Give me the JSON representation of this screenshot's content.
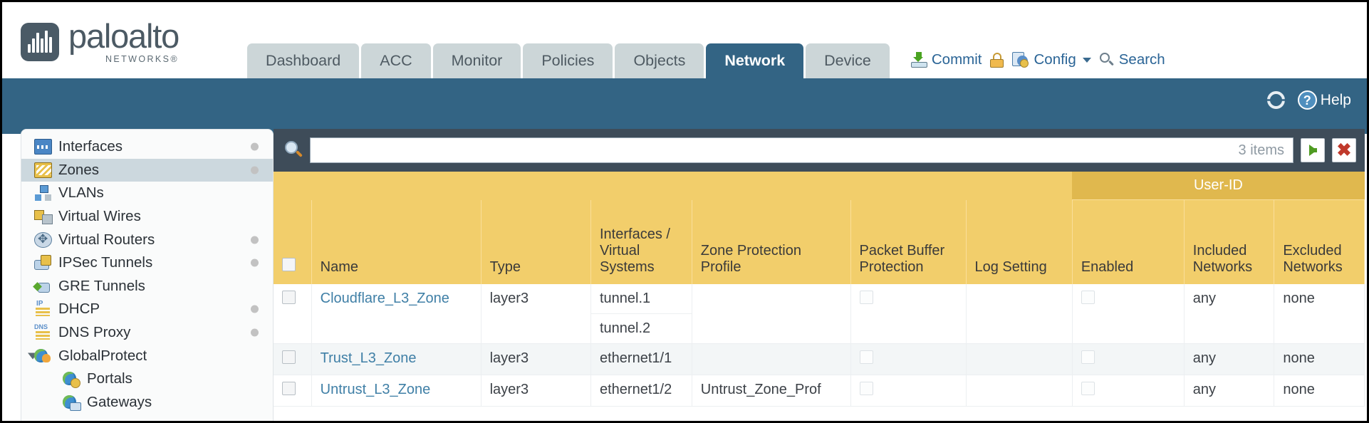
{
  "brand": {
    "name": "paloalto",
    "tagline": "NETWORKS",
    "registered": "®"
  },
  "nav": {
    "tabs": [
      {
        "label": "Dashboard",
        "active": false
      },
      {
        "label": "ACC",
        "active": false
      },
      {
        "label": "Monitor",
        "active": false
      },
      {
        "label": "Policies",
        "active": false
      },
      {
        "label": "Objects",
        "active": false
      },
      {
        "label": "Network",
        "active": true
      },
      {
        "label": "Device",
        "active": false
      }
    ],
    "actions": {
      "commit": "Commit",
      "lock_icon": "padlock-icon",
      "config": "Config",
      "search": "Search"
    }
  },
  "band": {
    "refresh_icon": "refresh-icon",
    "help": "Help"
  },
  "sidebar": {
    "items": [
      {
        "label": "Interfaces",
        "icon": "interfaces-icon",
        "selected": false,
        "dot": true,
        "child": false,
        "expander": false
      },
      {
        "label": "Zones",
        "icon": "zones-icon",
        "selected": true,
        "dot": true,
        "child": false,
        "expander": false
      },
      {
        "label": "VLANs",
        "icon": "vlans-icon",
        "selected": false,
        "dot": false,
        "child": false,
        "expander": false
      },
      {
        "label": "Virtual Wires",
        "icon": "virtual-wires-icon",
        "selected": false,
        "dot": false,
        "child": false,
        "expander": false
      },
      {
        "label": "Virtual Routers",
        "icon": "virtual-routers-icon",
        "selected": false,
        "dot": true,
        "child": false,
        "expander": false
      },
      {
        "label": "IPSec Tunnels",
        "icon": "ipsec-tunnels-icon",
        "selected": false,
        "dot": true,
        "child": false,
        "expander": false
      },
      {
        "label": "GRE Tunnels",
        "icon": "gre-tunnels-icon",
        "selected": false,
        "dot": false,
        "child": false,
        "expander": false
      },
      {
        "label": "DHCP",
        "icon": "dhcp-icon",
        "selected": false,
        "dot": true,
        "child": false,
        "expander": false
      },
      {
        "label": "DNS Proxy",
        "icon": "dns-proxy-icon",
        "selected": false,
        "dot": true,
        "child": false,
        "expander": false
      },
      {
        "label": "GlobalProtect",
        "icon": "globalprotect-icon",
        "selected": false,
        "dot": false,
        "child": false,
        "expander": true
      },
      {
        "label": "Portals",
        "icon": "portals-icon",
        "selected": false,
        "dot": false,
        "child": true,
        "expander": false
      },
      {
        "label": "Gateways",
        "icon": "gateways-icon",
        "selected": false,
        "dot": false,
        "child": true,
        "expander": false
      }
    ]
  },
  "search": {
    "value": "",
    "placeholder": "",
    "items_count": "3 items",
    "apply_icon": "apply-filter-arrow-icon",
    "clear_icon": "clear-filter-close-icon"
  },
  "table": {
    "group_header": "User-ID",
    "columns": [
      "Name",
      "Type",
      "Interfaces / Virtual Systems",
      "Zone Protection Profile",
      "Packet Buffer Protection",
      "Log Setting",
      "Enabled",
      "Included Networks",
      "Excluded Networks"
    ],
    "rows": [
      {
        "selected": false,
        "name": "Cloudflare_L3_Zone",
        "type": "layer3",
        "interfaces": [
          "tunnel.1",
          "tunnel.2"
        ],
        "zone_protection_profile": "",
        "packet_buffer_protection": false,
        "log_setting": "",
        "userid_enabled": false,
        "included_networks": "any",
        "excluded_networks": "none"
      },
      {
        "selected": false,
        "name": "Trust_L3_Zone",
        "type": "layer3",
        "interfaces": [
          "ethernet1/1"
        ],
        "zone_protection_profile": "",
        "packet_buffer_protection": false,
        "log_setting": "",
        "userid_enabled": false,
        "included_networks": "any",
        "excluded_networks": "none"
      },
      {
        "selected": false,
        "name": "Untrust_L3_Zone",
        "type": "layer3",
        "interfaces": [
          "ethernet1/2"
        ],
        "zone_protection_profile": "Untrust_Zone_Prof",
        "packet_buffer_protection": false,
        "log_setting": "",
        "userid_enabled": false,
        "included_networks": "any",
        "excluded_networks": "none"
      }
    ]
  },
  "colors": {
    "brand_blue": "#336484",
    "header_amber": "#f2ce6b",
    "group_amber": "#e0b84e",
    "search_strip": "#3e4c59",
    "link_blue": "#3f7fa6"
  }
}
